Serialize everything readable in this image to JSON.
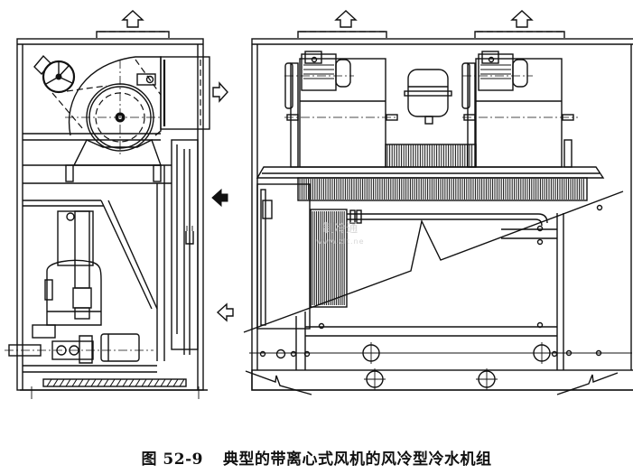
{
  "figure": {
    "number": "图 52-9",
    "title": "典型的带离心式风机的风冷型冷水机组"
  },
  "views": [
    {
      "id": "side-view",
      "description": "side section: centrifugal fan with belt-drive motor, compressor, water pump, condenser coil"
    },
    {
      "id": "front-view",
      "description": "front view with two centrifugal fans and motors, expansion tank, finned condenser coil, partial cut-away"
    }
  ],
  "airflow_arrows": [
    {
      "view": "side-view",
      "direction": "up",
      "style": "outlined",
      "meaning": "discharge air"
    },
    {
      "view": "side-view",
      "direction": "right",
      "style": "outlined",
      "meaning": "discharge air"
    },
    {
      "view": "side-view",
      "direction": "left",
      "style": "solid",
      "meaning": "intake air"
    },
    {
      "view": "side-view",
      "direction": "left",
      "style": "outlined",
      "meaning": "intake air"
    },
    {
      "view": "front-view",
      "direction": "up",
      "style": "outlined",
      "meaning": "discharge air"
    },
    {
      "view": "front-view",
      "direction": "up",
      "style": "outlined",
      "meaning": "discharge air"
    }
  ],
  "watermark": {
    "text": "制冷通",
    "sub": "www.zlt.ne"
  },
  "colors": {
    "ink": "#111111",
    "paper": "#ffffff"
  }
}
